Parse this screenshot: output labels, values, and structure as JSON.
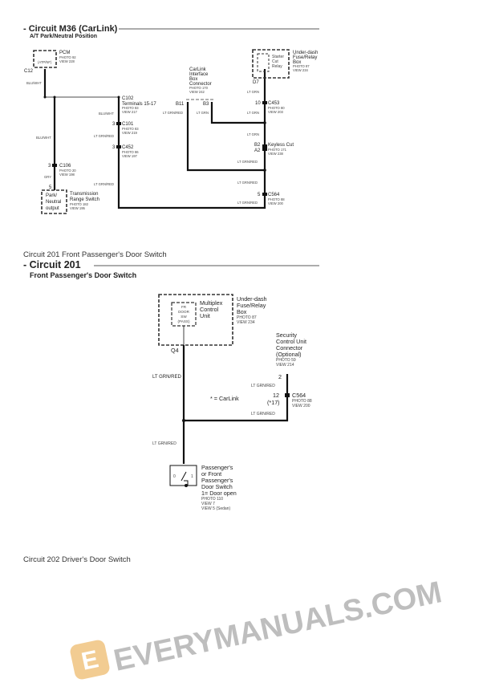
{
  "diagram1": {
    "title": "- Circuit M36 (CarLink)",
    "subtitle": "A/T Park/Neutral Position",
    "pcm": {
      "name": "PCM",
      "inner": "(ATP/NF)",
      "photo": "PHOTO 92",
      "view": "VIEW 228",
      "pin": "C12"
    },
    "wires": {
      "blu_wht": "BLU/WHT",
      "gry": "GRY",
      "lt_grn_red": "LT GRN/RED",
      "lt_grn": "LT GRN"
    },
    "c106": {
      "pin": "3",
      "name": "C106",
      "photo": "PHOTO 20",
      "view": "VIEW 198"
    },
    "trs": {
      "pin": "5",
      "inner": [
        "Park/",
        "Neutral",
        "output"
      ],
      "name": [
        "Transmission",
        "Range Switch"
      ],
      "photo": "PHOTO 182",
      "view": "VIEW 195"
    },
    "c102": {
      "name": "C102",
      "terminals": "Terminals 15-17",
      "photo": "PHOTO 83",
      "view": "VIEW 217"
    },
    "c101": {
      "pin": "3",
      "name": "C101",
      "photo": "PHOTO 83",
      "view": "VIEW 219"
    },
    "c452": {
      "pin": "3",
      "name": "C452",
      "photo": "PHOTO 86",
      "view": "VIEW 197"
    },
    "carlink": {
      "name": [
        "CarLink",
        "Interface",
        "Box",
        "Connector"
      ],
      "photo": "PHOTO 170",
      "view": "VIEW 242",
      "pin1": "B11",
      "pin2": "B3"
    },
    "relay": {
      "inner": [
        "Starter",
        "Cut",
        "Relay"
      ],
      "box": [
        "Under-dash",
        "Fuse/Relay",
        "Box"
      ],
      "photo": "PHOTO 87",
      "view": "VIEW 234",
      "pin": "D7"
    },
    "c453": {
      "pin": "10",
      "name": "C453",
      "photo": "PHOTO 80",
      "view": "VIEW 203"
    },
    "keyless": {
      "pin1": "B2",
      "pin2": "A2",
      "name": "Keyless Cut",
      "photo": "PHOTO 171",
      "view": "VIEW 238"
    },
    "c564": {
      "pin": "5",
      "name": "C564",
      "photo": "PHOTO 88",
      "view": "VIEW 200"
    }
  },
  "caption1": "Circuit 201 Front Passenger's Door Switch",
  "diagram2": {
    "title": "- Circuit 201",
    "subtitle": "Front Passenger's Door Switch",
    "mcu": {
      "inner": [
        "FR",
        "DOOR",
        "SW",
        "(PASS)"
      ],
      "name": [
        "Multiplex",
        "Control",
        "Unit"
      ],
      "box": [
        "Under-dash",
        "Fuse/Relay",
        "Box"
      ],
      "photo": "PHOTO 87",
      "view": "VIEW 234",
      "pin": "Q4"
    },
    "security": {
      "name": [
        "Security",
        "Control Unit",
        "Connector",
        "(Optional)"
      ],
      "photo": "PHOTO 59",
      "view": "VIEW 214",
      "pin": "2"
    },
    "wire": "LT GRN/RED",
    "c564": {
      "pin": "12",
      "alt": "(*17)",
      "name": "C564",
      "photo": "PHOTO 88",
      "view": "VIEW 200"
    },
    "note": "* = CarLink",
    "switch": {
      "pos0": "0",
      "pos1": "1",
      "name": [
        "Passenger's",
        "or Front",
        "Passenger's",
        "Door Switch",
        "1= Door open"
      ],
      "photo": "PHOTO 110",
      "view": "VIEW 7",
      "view2": "VIEW 5 (Sedan)"
    }
  },
  "caption2": "Circuit 202 Driver's Door Switch",
  "watermark": {
    "text": "EVERYMANUALS.COM",
    "logo_letter": "E",
    "color": "#9a9a9a",
    "logo_color": "#e8a33a"
  }
}
